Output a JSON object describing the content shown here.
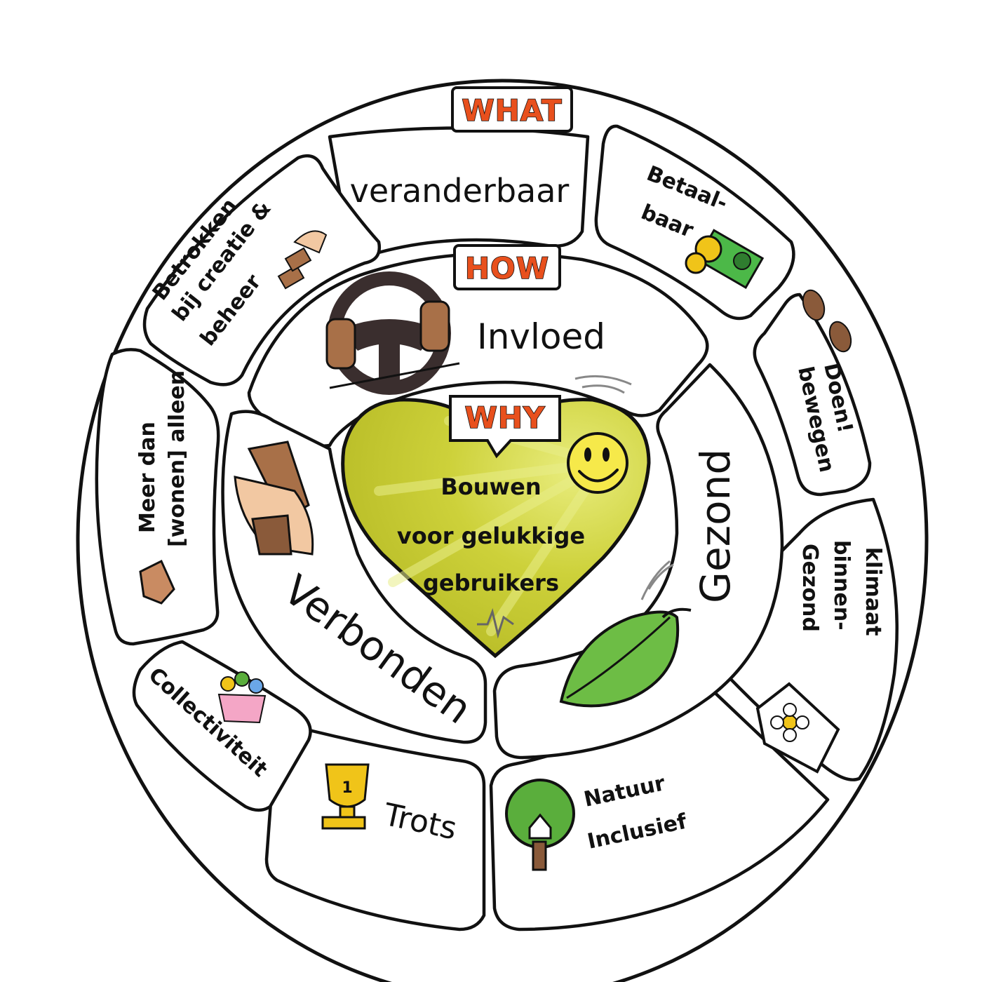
{
  "levels": {
    "what": "WHAT",
    "how": "HOW",
    "why": "WHY"
  },
  "why": {
    "line1": "Bouwen",
    "line2": "voor gelukkige",
    "line3": "gebruikers"
  },
  "how": {
    "invloed": "Invloed",
    "gezond": "Gezond",
    "verbonden": "Verbonden"
  },
  "what": {
    "veranderbaar": "veranderbaar",
    "betaalbaar_1": "Betaal-",
    "betaalbaar_2": "baar",
    "doen_1": "Doen!",
    "doen_2": "bewegen",
    "binnen_1": "Gezond",
    "binnen_2": "binnen-",
    "binnen_3": "klimaat",
    "natuur_1": "Natuur",
    "natuur_2": "Inclusief",
    "trots": "Trots",
    "collectiviteit": "Collectiviteit",
    "meer_1": "Meer dan",
    "meer_2": "[wonen] alleen",
    "betrokken_1": "Betrokken",
    "betrokken_2": "bij creatie &",
    "betrokken_3": "beheer"
  },
  "colors": {
    "heart_fill": "#c2c62a",
    "heart_light": "#dfe36a",
    "accent_label": "#e8501d",
    "leaf": "#6dbd45",
    "tree": "#5aae3c",
    "trophy": "#f0c419",
    "money": "#4cb848",
    "skin": "#c98b62",
    "wheel": "#3a2e2e"
  }
}
